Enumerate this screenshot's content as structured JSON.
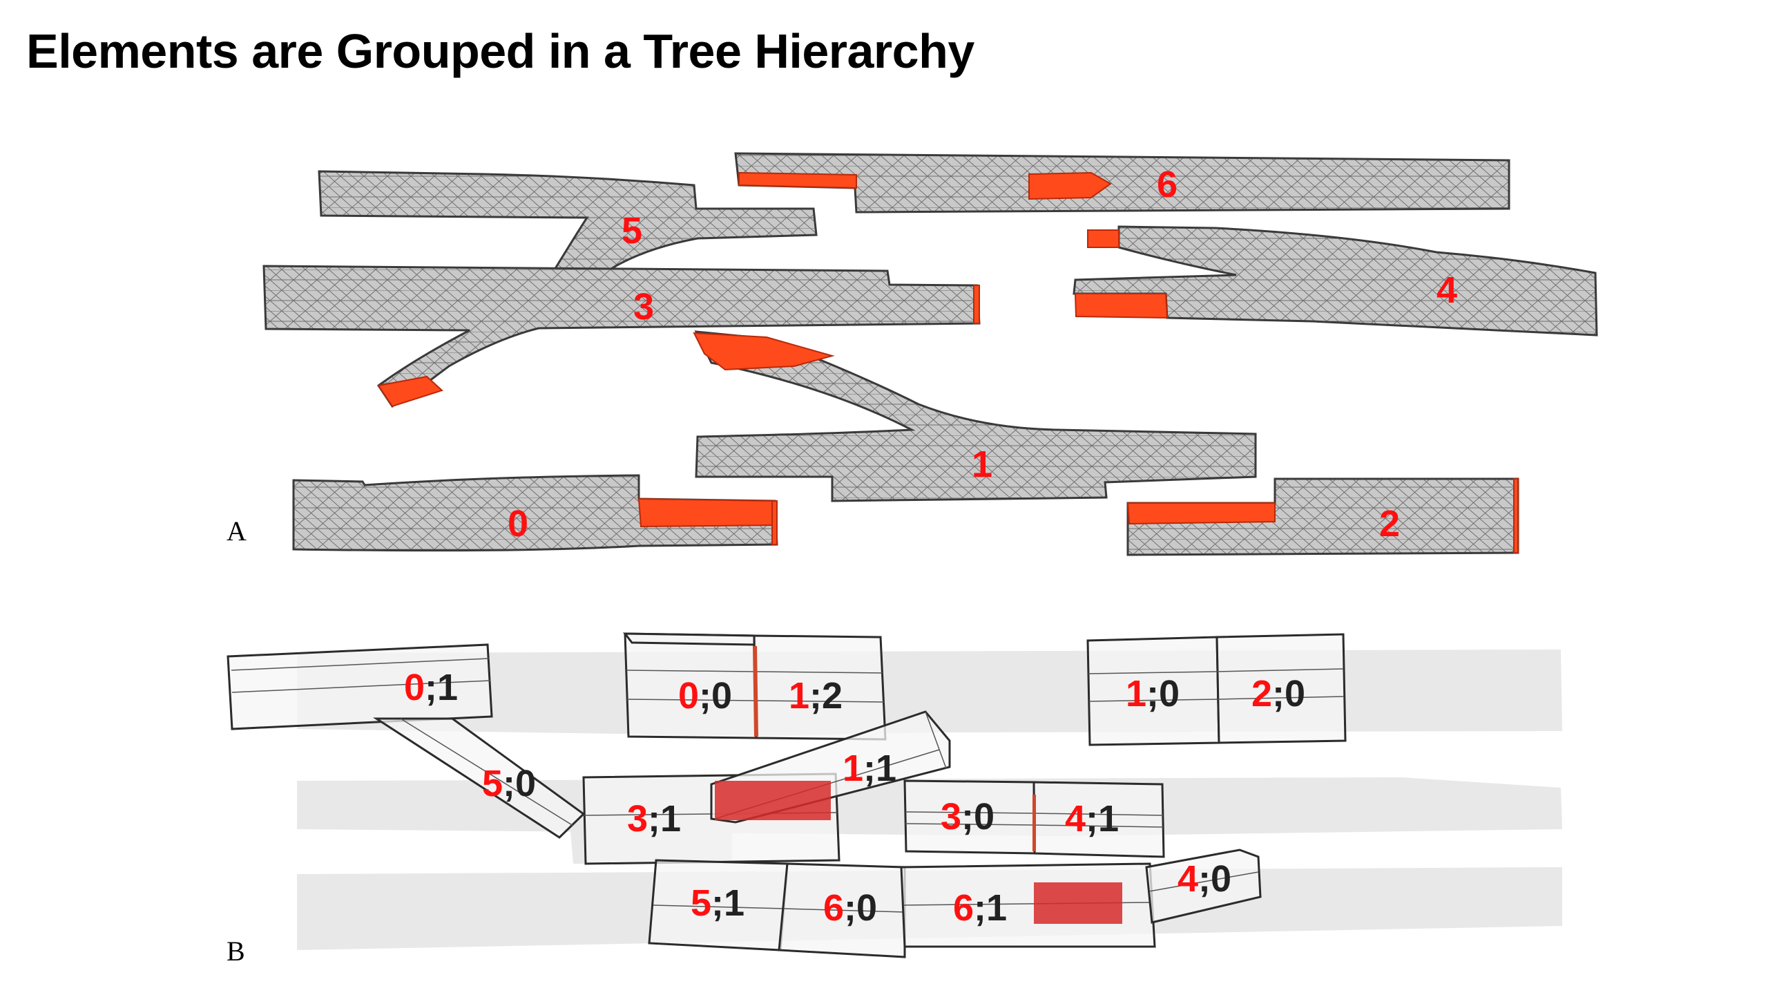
{
  "title": "Elements are Grouped in a Tree Hierarchy",
  "panels": {
    "a": {
      "label": "A",
      "elements": [
        "0",
        "1",
        "2",
        "3",
        "4",
        "5",
        "6"
      ]
    },
    "b": {
      "label": "B",
      "nodes": [
        {
          "group": "0",
          "index": "1"
        },
        {
          "group": "5",
          "index": "0"
        },
        {
          "group": "0",
          "index": "0"
        },
        {
          "group": "1",
          "index": "2"
        },
        {
          "group": "1",
          "index": "1"
        },
        {
          "group": "3",
          "index": "1"
        },
        {
          "group": "1",
          "index": "0"
        },
        {
          "group": "2",
          "index": "0"
        },
        {
          "group": "3",
          "index": "0"
        },
        {
          "group": "4",
          "index": "1"
        },
        {
          "group": "5",
          "index": "1"
        },
        {
          "group": "6",
          "index": "0"
        },
        {
          "group": "6",
          "index": "1"
        },
        {
          "group": "4",
          "index": "0"
        }
      ]
    }
  },
  "colors": {
    "highlight": "#ff1010",
    "cap": "#ff4a1c",
    "mesh": "#c9c9c9"
  }
}
